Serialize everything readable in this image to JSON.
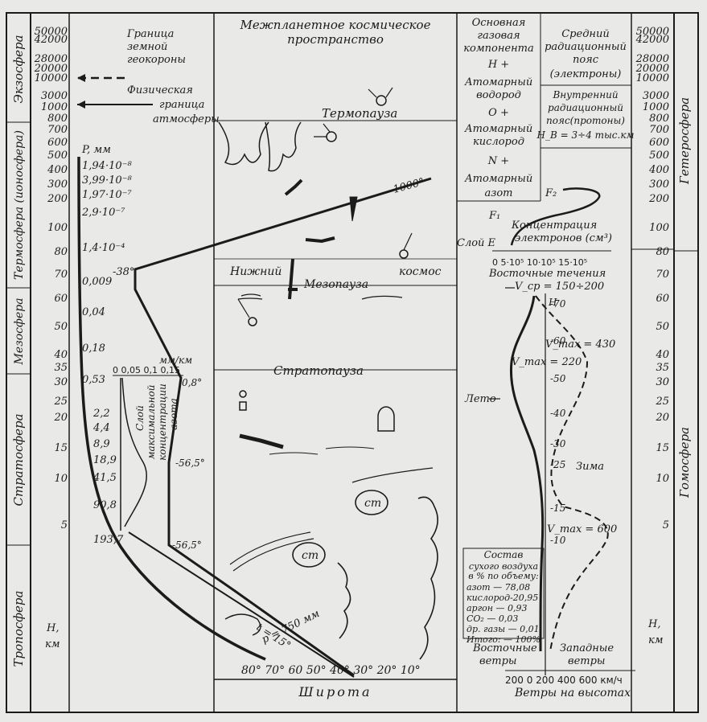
{
  "left_axis": {
    "labels": [
      "50000",
      "42000",
      "28000",
      "20000",
      "10000",
      "3000",
      "1000",
      "800",
      "700",
      "600",
      "500",
      "400",
      "300",
      "200",
      "100",
      "80",
      "70",
      "60",
      "50",
      "40",
      "35",
      "30",
      "25",
      "20",
      "15",
      "10",
      "5"
    ],
    "unit_h": "H,",
    "unit_km": "км"
  },
  "right_axis": {
    "labels": [
      "50000",
      "42000",
      "28000",
      "20000",
      "10000",
      "3000",
      "1000",
      "800",
      "700",
      "600",
      "500",
      "400",
      "300",
      "200",
      "100",
      "80",
      "70",
      "60",
      "50",
      "40",
      "35",
      "30",
      "25",
      "20",
      "15",
      "10",
      "5"
    ],
    "unit_h": "H,",
    "unit_km": "км"
  },
  "layers": {
    "exosphere": "Экзосфера",
    "thermosphere": "Термосфера (ионосфера)",
    "mesosphere": "Мезосфера",
    "stratosphere": "Стратосфера",
    "troposphere": "Тропосфера",
    "heterosphere": "Гетеросфера",
    "homosphere": "Гомосфера"
  },
  "pressure": {
    "header": "P, мм",
    "values": [
      "1,94·10⁻⁸",
      "3,99·10⁻⁸",
      "1,97·10⁻⁷",
      "2,9·10⁻⁷",
      "1,4·10⁻⁴",
      "0,009",
      "0,04",
      "0,18",
      "0,53",
      "2,2",
      "4,4",
      "8,9",
      "18,9",
      "41,5",
      "90,8",
      "193,7"
    ]
  },
  "geocorona": {
    "line1": "Граница",
    "line2": "земной",
    "line3": "геокороны"
  },
  "atmo_boundary": {
    "line1": "Физическая",
    "line2": "граница",
    "line3": "атмосферы"
  },
  "ozone": {
    "unit": "мм/км",
    "scale": "0 0,05 0,1 0,15",
    "label1": "Слой",
    "label2": "максимальной",
    "label3": "концентрации",
    "label4": "азота"
  },
  "temperatures": {
    "t_minus38": "-38°",
    "t_1000": "1000°",
    "t_minus08": "-0,8°",
    "t_minus565a": "-56,5°",
    "t_minus565b": "-56,5°",
    "t_plus15": "t = 15°",
    "p_750": "p = 750 мм"
  },
  "center": {
    "space1": "Межпланетное космическое",
    "space2": "пространство",
    "thermopause": "Термопауза",
    "lower": "Нижний",
    "mesopause": "Мезопауза",
    "cosmos": "космос",
    "stratopause": "Стратопауза",
    "cloud_st1": "ст",
    "cloud_st2": "ст",
    "latitudes": "80° 70° 60 50° 40° 30° 20° 10°",
    "latitude_title": "Широта"
  },
  "gas": {
    "header1": "Основная",
    "header2": "газовая",
    "header3": "компонента",
    "h_ion": "H +",
    "h_name1": "Атомарный",
    "h_name2": "водород",
    "o_ion": "O +",
    "o_name1": "Атомарный",
    "o_name2": "кислород",
    "n_ion": "N +",
    "n_name1": "Атомарный",
    "n_name2": "азот"
  },
  "radiation": {
    "middle1": "Средний",
    "middle2": "радиационный",
    "middle3": "пояс",
    "middle4": "(электроны)",
    "inner1": "Внутренний",
    "inner2": "радиационный",
    "inner3": "пояс(протоны)",
    "inner4": "H_B = 3÷4 тыс.км"
  },
  "electrons": {
    "f2": "F₂",
    "f1": "F₁",
    "layer_e": "Слой E",
    "title1": "Концентрация",
    "title2": "электронов (см³)",
    "scale": "0 5·10⁵ 10·10⁵ 15·10⁵"
  },
  "winds": {
    "east_currents": "Восточные течения",
    "vcp": "V_ср = 150÷200",
    "vmax430": "V_max = 430",
    "vmax220": "V_max = 220",
    "vmax600": "V_max = 600",
    "summer": "Лето",
    "winter": "Зима",
    "h": "H",
    "marks": [
      "70",
      "60",
      "50",
      "40",
      "30",
      "25",
      "15",
      "10"
    ],
    "east_winds1": "Восточные",
    "east_winds2": "ветры",
    "west_winds1": "Западные",
    "west_winds2": "ветры",
    "speed_scale": "200 0 200 400 600 км/ч",
    "title": "Ветры на высотах"
  },
  "composition": {
    "title1": "Состав",
    "title2": "сухого воздуха",
    "title3": "в % по объему:",
    "nitrogen": "азот — 78,08",
    "oxygen": "кислород-20,95",
    "argon": "аргон — 0,93",
    "co2": "CO₂ — 0,03",
    "other": "др. газы — 0,01",
    "total": "Итого: — 100%"
  }
}
